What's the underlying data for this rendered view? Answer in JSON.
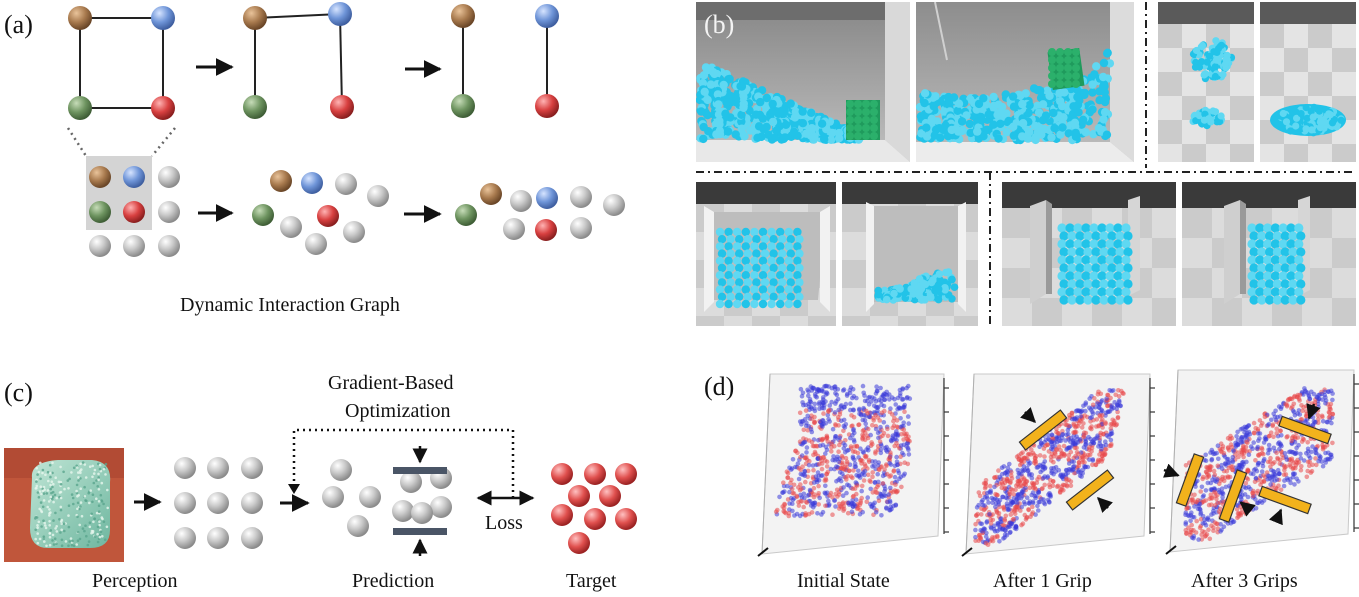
{
  "panels": {
    "a": {
      "label": "(a)",
      "caption": "Dynamic Interaction Graph"
    },
    "b": {
      "label": "(b)"
    },
    "c": {
      "label": "(c)",
      "optimization_label_line1": "Gradient-Based",
      "optimization_label_line2": "Optimization",
      "loss_label": "Loss",
      "captions": [
        "Perception",
        "Prediction",
        "Target"
      ]
    },
    "d": {
      "label": "(d)",
      "captions": [
        "Initial State",
        "After 1 Grip",
        "After 3 Grips"
      ]
    }
  },
  "colors": {
    "particle_brown": "#a87a4e",
    "particle_blue": "#6f95d8",
    "particle_green": "#6e9460",
    "particle_red": "#d84040",
    "particle_gray": "#b9b9b9",
    "fluid_cyan": "#22c3e8",
    "rigid_green": "#1f9a5c",
    "target_red": "#e0504e",
    "gripper_orange": "#f2b21c",
    "plot_red": "#e8484a",
    "plot_blue": "#3a3ad8"
  }
}
